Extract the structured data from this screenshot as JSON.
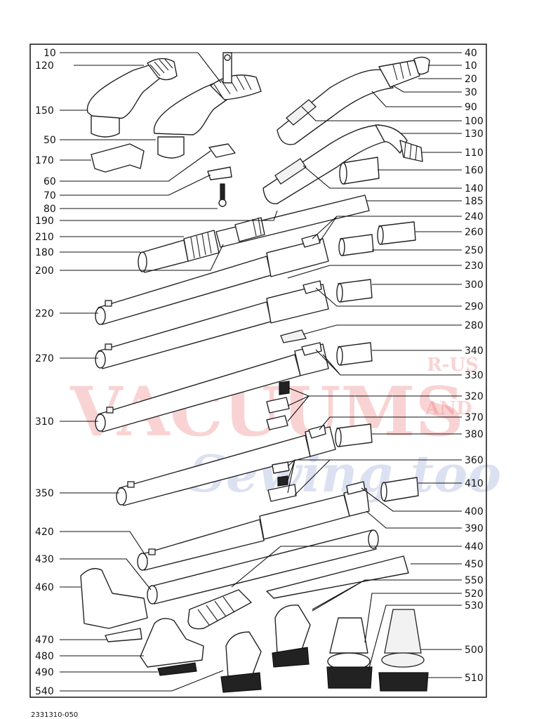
{
  "diagram": {
    "document_number": "2331310-050",
    "watermark": {
      "main": "VACUUMS",
      "side_top": "R-US",
      "side_bottom": "AND",
      "script": "Sewing too"
    },
    "labels_left": [
      "10",
      "120",
      "150",
      "50",
      "170",
      "60",
      "70",
      "80",
      "190",
      "210",
      "180",
      "200",
      "220",
      "270",
      "310",
      "350",
      "420",
      "430",
      "460",
      "470",
      "480",
      "490",
      "540"
    ],
    "labels_right": [
      "40",
      "10",
      "20",
      "30",
      "90",
      "100",
      "130",
      "110",
      "160",
      "140",
      "185",
      "240",
      "260",
      "250",
      "230",
      "300",
      "290",
      "280",
      "340",
      "330",
      "320",
      "370",
      "380",
      "360",
      "410",
      "400",
      "390",
      "440",
      "450",
      "550",
      "520",
      "530",
      "500",
      "510"
    ]
  }
}
